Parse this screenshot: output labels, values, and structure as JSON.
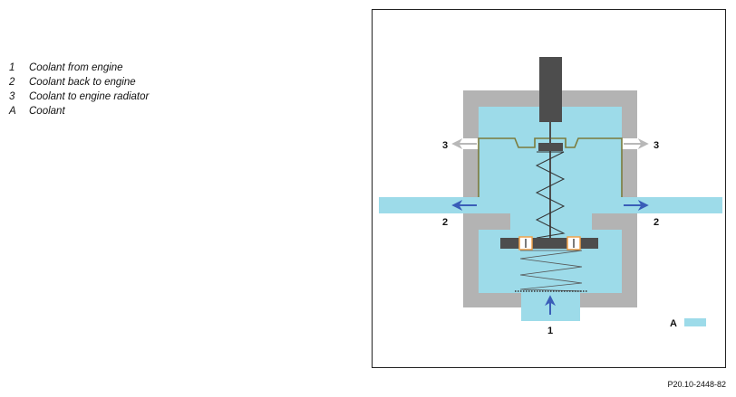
{
  "legend": {
    "items": [
      {
        "key": "1",
        "text": "Coolant from engine"
      },
      {
        "key": "2",
        "text": "Coolant back to engine"
      },
      {
        "key": "3",
        "text": "Coolant to engine radiator"
      },
      {
        "key": "A",
        "text": "Coolant"
      }
    ]
  },
  "diagram": {
    "label_1": "1",
    "label_2_left": "2",
    "label_2_right": "2",
    "label_3_left": "3",
    "label_3_right": "3",
    "label_a": "A"
  },
  "figure_id": "P20.10-2448-82",
  "colors": {
    "coolant": "#9ddbe9",
    "housing": "#b3b3b3",
    "plunger": "#4d4d4d",
    "valve_line": "#7b7b3c",
    "arrow_blue": "#3a5db8",
    "arrow_gray": "#b8b8b8",
    "seal_orange": "#f0a24a"
  }
}
